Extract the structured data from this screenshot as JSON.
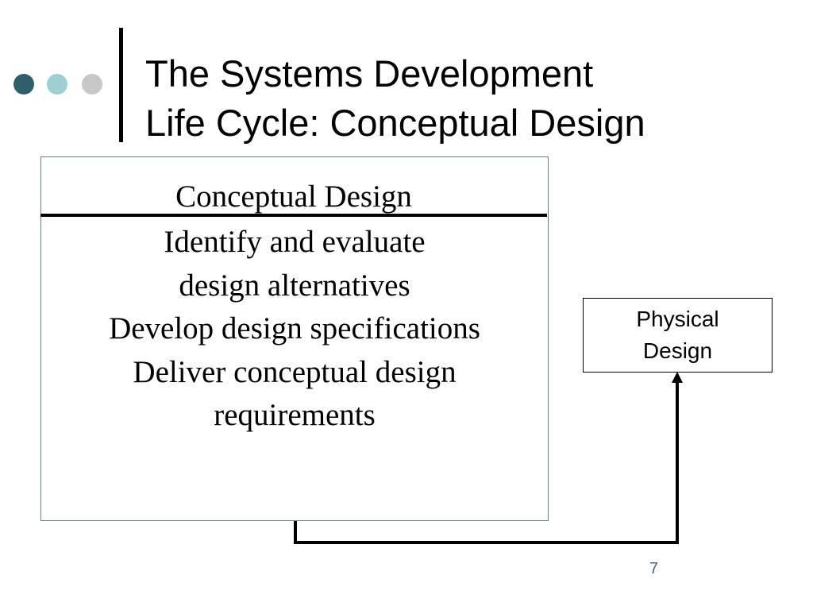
{
  "slide": {
    "title_line1": "The Systems Development",
    "title_line2": "Life Cycle: Conceptual Design",
    "page_number": "7"
  },
  "colors": {
    "dot_dark": "#2f5f6b",
    "dot_teal": "#9fcfd2",
    "dot_grey": "#c8c8c8",
    "box_border": "#6b7f86",
    "page_number": "#3a6d7a"
  },
  "main_box": {
    "heading": "Conceptual Design",
    "lines": [
      "Identify and evaluate",
      "design alternatives",
      "Develop design specifications",
      "Deliver conceptual design",
      "requirements"
    ]
  },
  "side_box": {
    "line1": "Physical",
    "line2": "Design"
  }
}
